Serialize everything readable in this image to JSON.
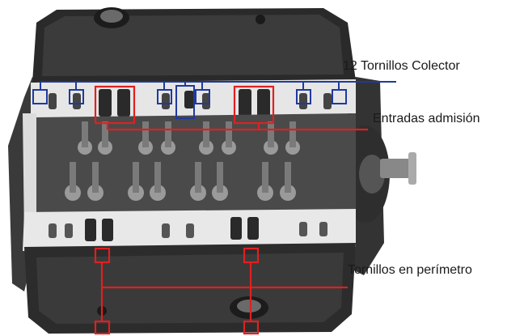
{
  "labels": {
    "bolts_manifold": "12 Tornillos Colector",
    "intake_ports": "Entradas admisión",
    "perimeter_bolts": "Tornillos en perímetro"
  },
  "colors": {
    "blue_marker": "#1f3a9e",
    "red_marker": "#e02020",
    "engine_dark": "#2b2b2b",
    "gasket": "#e8e8e8",
    "metal": "#8a8a8a"
  }
}
